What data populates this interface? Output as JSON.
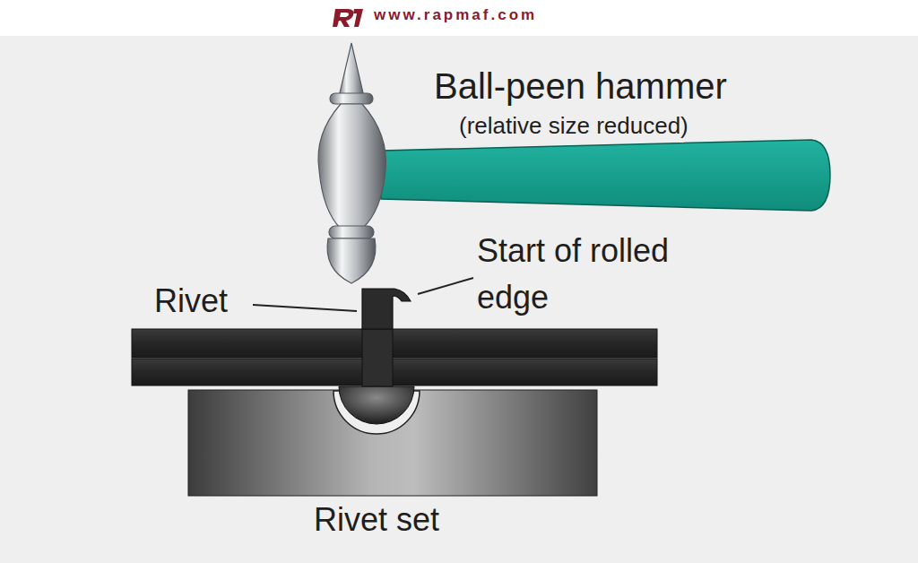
{
  "diagram": {
    "labels": [
      "www.rapmaf.com",
      "Ball-peen hammer",
      "(relative size reduced)",
      "Rivet",
      "Start of rolled edge",
      "Rivet set"
    ]
  }
}
